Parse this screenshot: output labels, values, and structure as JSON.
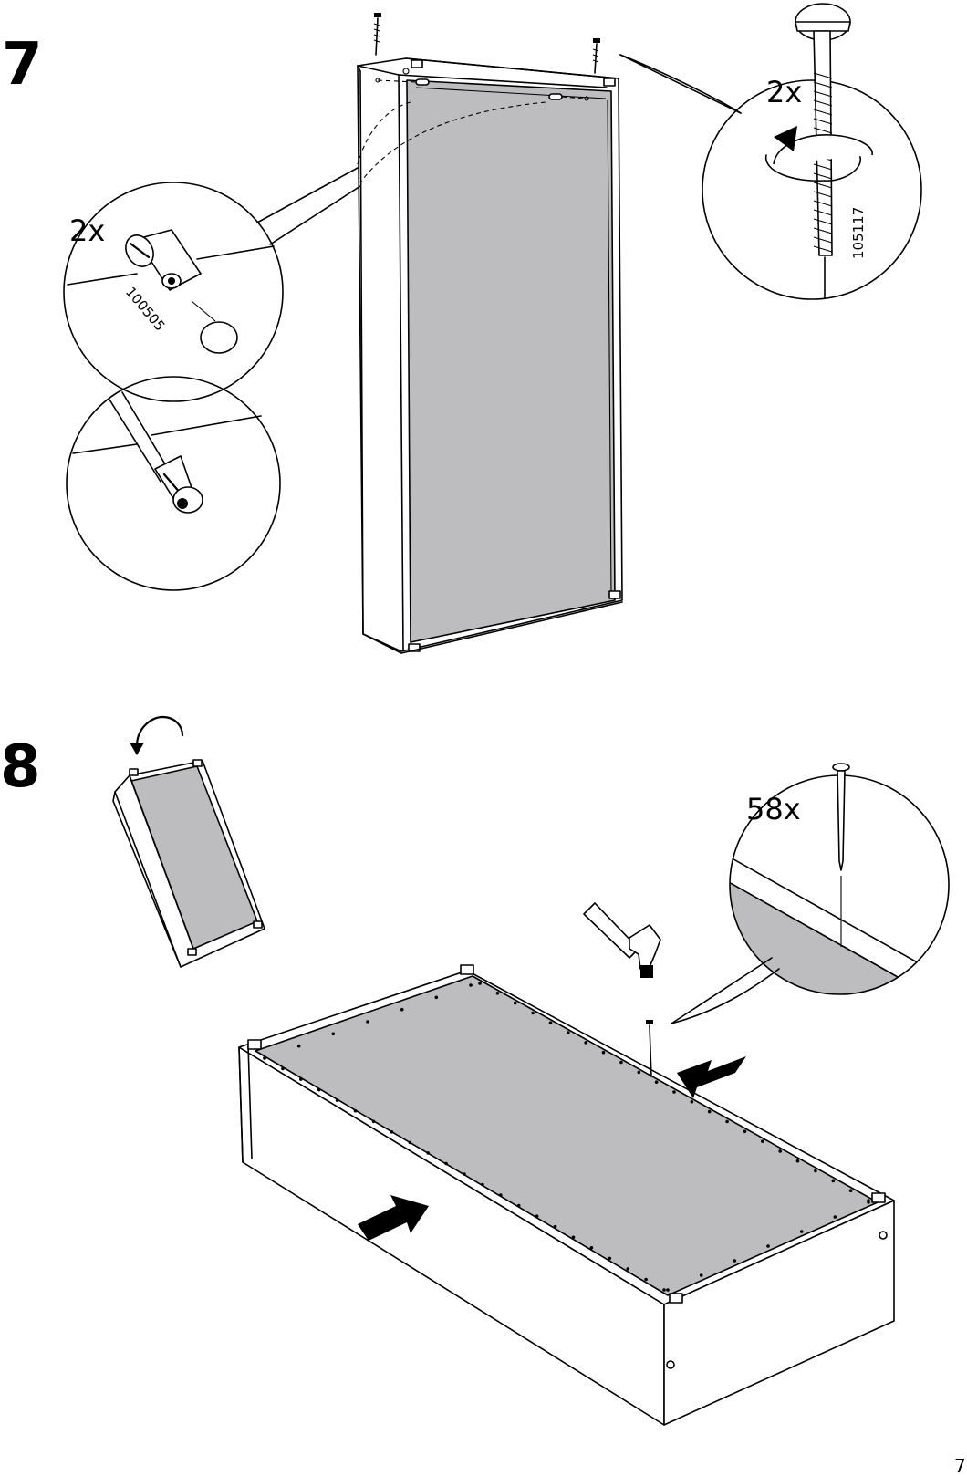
{
  "steps": [
    {
      "number": "7",
      "details": [
        {
          "quantity": "2x",
          "part_number": "100505",
          "part": "cam-lock-nut"
        },
        {
          "quantity": "2x",
          "part_number": "105117",
          "part": "bolt"
        }
      ]
    },
    {
      "number": "8",
      "details": [
        {
          "quantity": "58x",
          "part": "nail"
        }
      ]
    }
  ],
  "page_number": "7"
}
